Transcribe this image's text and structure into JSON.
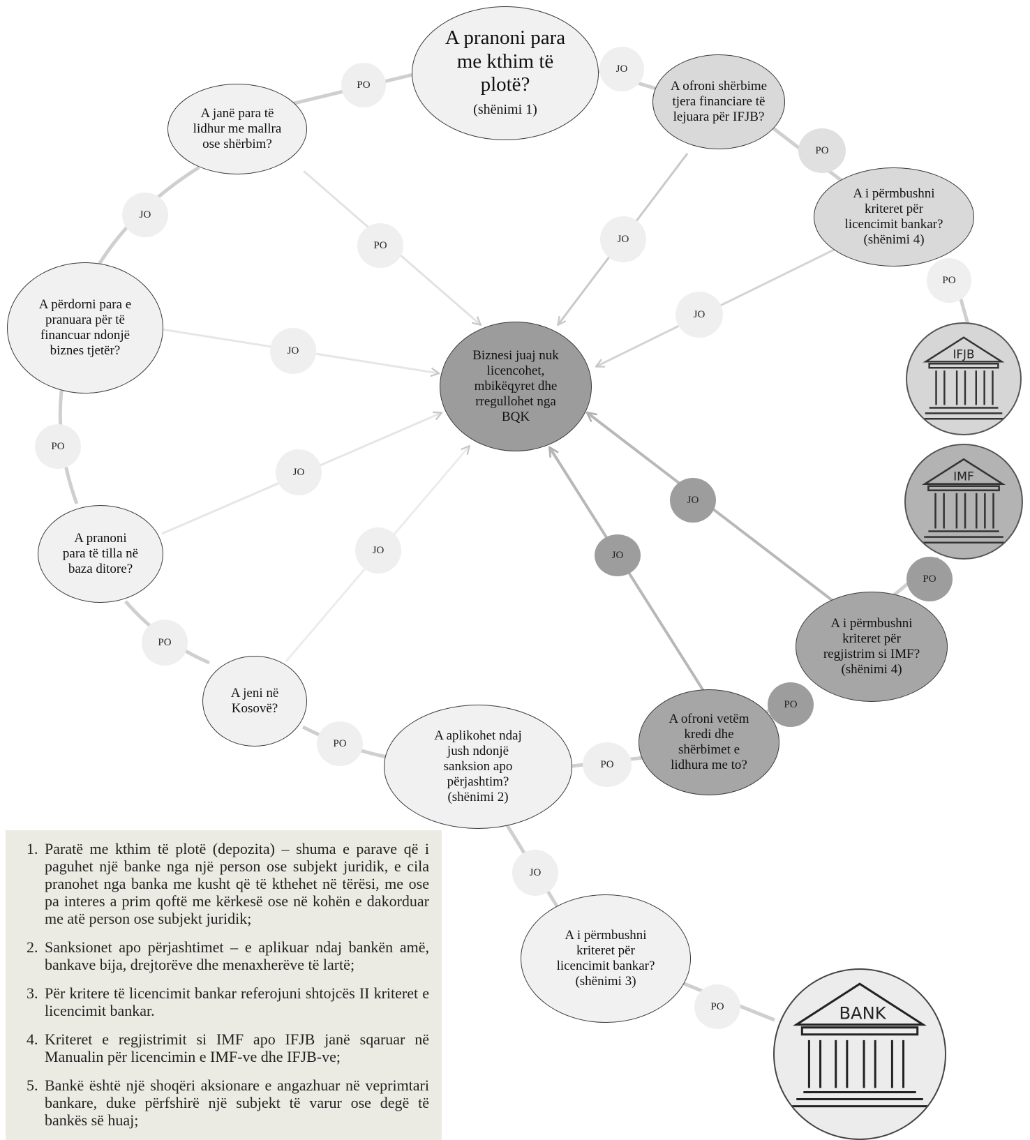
{
  "diagram": {
    "nodes": {
      "q_full_return": {
        "text": "A pranoni para\nme kthim të\nplotë?",
        "note": "(shënimi 1)"
      },
      "q_other_services": {
        "text": "A ofroni shërbime\ntjera financiare të\nlejuara për IFJB?"
      },
      "q_ifjb_criteria": {
        "text": "A i përmbushni\nkriteret për\nlicencimit bankar?\n(shënimi 4)"
      },
      "q_goods_services": {
        "text": "A janë para të\nlidhur me mallra\nose shërbim?"
      },
      "q_finance_other": {
        "text": "A përdorni para e\npranuara për të\nfinancuar ndonjë\nbiznes tjetër?"
      },
      "q_daily": {
        "text": "A pranoni\npara të tilla në\nbaza ditore?"
      },
      "q_kosovo": {
        "text": "A jeni në\nKosovë?"
      },
      "q_sanction": {
        "text": "A aplikohet ndaj\njush ndonjë\nsanksion apo\npërjashtim?\n(shënimi 2)"
      },
      "q_credit_only": {
        "text": "A ofroni vetëm\nkredi dhe\nshërbimet e\nlidhura me to?"
      },
      "q_imf_criteria": {
        "text": "A i përmbushni\nkriteret për\nregjistrim si IMF?\n(shënimi 4)"
      },
      "q_bank_criteria": {
        "text": "A i përmbushni\nkriteret për\nlicencimit bankar?\n(shënimi 3)"
      },
      "center_not_licensed": {
        "text": "Biznesi juaj nuk\nlicencohet,\nmbikëqyret dhe\nrregullohet nga\nBQK"
      }
    },
    "labels": {
      "yes": "PO",
      "no": "JO"
    },
    "institutions": {
      "ifjb": "IFJB",
      "imf": "IMF",
      "bank": "BANK"
    }
  },
  "notes": [
    "Paratë me kthim të plotë (depozita) – shuma e parave që i paguhet një banke nga një person ose subjekt juridik, e cila pranohet nga banka me kusht që të kthehet në tërësi, me ose pa interes a prim qoftë me kërkesë ose në kohën e dakorduar me atë person ose subjekt juridik;",
    "Sanksionet apo përjashtimet – e aplikuar ndaj bankën amë, bankave bija, drejtorëve dhe menaxherëve të lartë;",
    "Për kritere të licencimit bankar referojuni shtojcës II kriteret e licencimit bankar.",
    "Kriteret e regjistrimit si IMF apo IFJB janë sqaruar në Manualin për licencimin e IMF-ve dhe IFJB-ve;",
    "Bankë është një shoqëri aksionare e angazhuar në veprimtari bankare, duke përfshirë një subjekt të varur ose degë të bankës së huaj;"
  ]
}
